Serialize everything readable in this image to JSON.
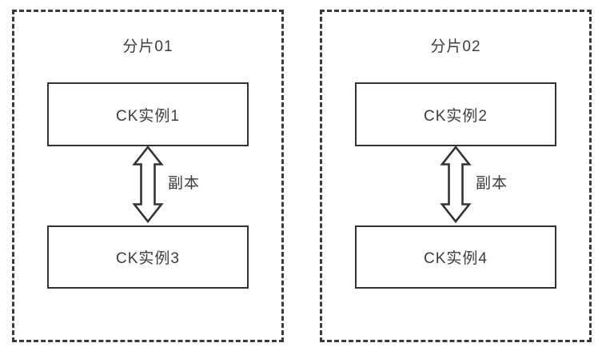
{
  "diagram": {
    "colors": {
      "stroke": "#333333",
      "dashed_border": "#3a3a3a",
      "text": "#3d3d3d",
      "background": "#ffffff"
    },
    "shards": [
      {
        "title": "分片01",
        "top_box": "CK实例1",
        "bottom_box": "CK实例3",
        "arrow_label": "副本"
      },
      {
        "title": "分片02",
        "top_box": "CK实例2",
        "bottom_box": "CK实例4",
        "arrow_label": "副本"
      }
    ]
  }
}
